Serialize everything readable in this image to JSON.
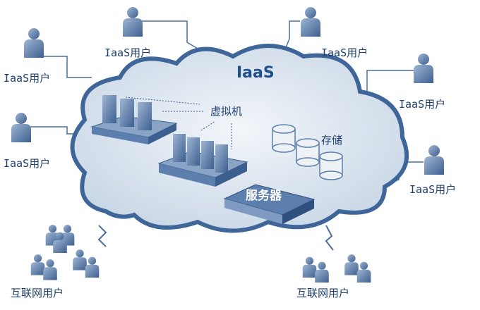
{
  "cloud": {
    "title": "IaaS",
    "vm_label": "虚拟机",
    "storage_label": "存储",
    "server_label": "服务器"
  },
  "iaas_users": [
    "IaaS用户",
    "IaaS用户",
    "IaaS用户",
    "IaaS用户",
    "IaaS用户",
    "IaaS用户"
  ],
  "internet_users": [
    "互联网用户",
    "互联网用户"
  ],
  "colors": {
    "line": "#4a6f9e",
    "cloud_fill": "#dbe5ef",
    "icon": "#5c7fae"
  }
}
